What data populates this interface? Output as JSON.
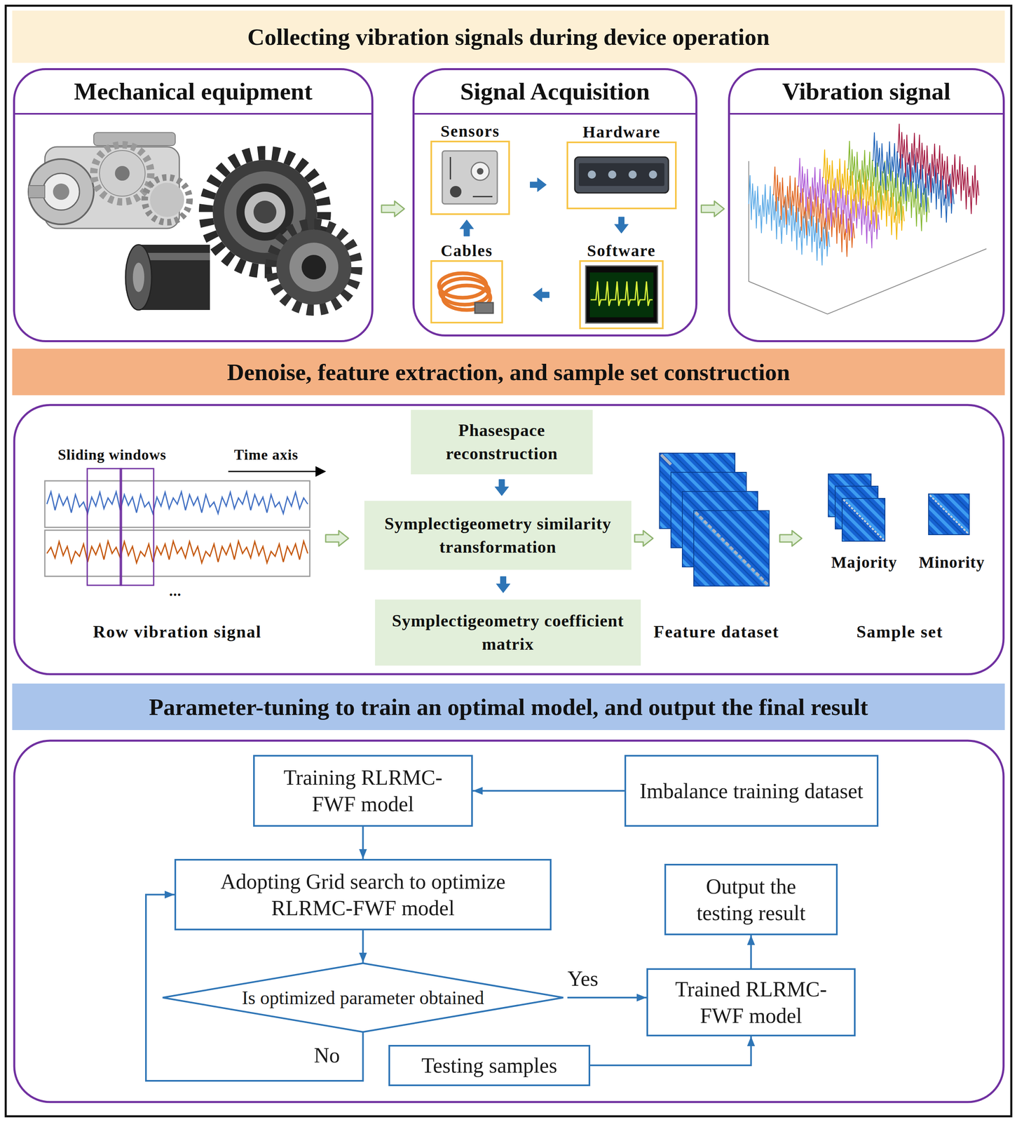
{
  "diagram": {
    "nodes": [
      {
        "text": [
          "Collecting vibration signals during device operation"
        ]
      },
      {
        "text": [
          "Mechanical equipment"
        ]
      },
      {
        "text": [
          "Signal Acquisition"
        ]
      },
      {
        "text": [
          "Sensors"
        ],
        "in": 2
      },
      {
        "text": [
          "Hardware"
        ],
        "in": 2
      },
      {
        "text": [
          "Cables"
        ],
        "in": 2
      },
      {
        "text": [
          "Software"
        ],
        "in": 2
      },
      {
        "text": [
          "Vibration signal"
        ]
      },
      {
        "text": [
          "Denoise, feature extraction, and sample set construction"
        ]
      },
      {
        "text": [
          "Row vibration signal"
        ]
      },
      {
        "text": [
          "Phasespace reconstruction"
        ]
      },
      {
        "text": [
          "Symplectigeometry similarity transformation"
        ]
      },
      {
        "text": [
          "Symplectigeometry coefficient matrix"
        ]
      },
      {
        "text": [
          "Feature dataset"
        ]
      },
      {
        "text": [
          "Sample set"
        ]
      },
      {
        "text": [
          "Parameter-tuning to train an optimal model, and output the final result"
        ]
      },
      {
        "text": [
          "Training RLRMC-FWF model"
        ]
      },
      {
        "text": [
          "Imbalance training dataset"
        ]
      },
      {
        "text": [
          "Adopting Grid search to optimize RLRMC-FWF model"
        ]
      },
      {
        "text": [
          "Is optimized parameter obtained"
        ]
      },
      {
        "text": [
          "Output the testing result"
        ]
      },
      {
        "text": [
          "Trained RLRMC-FWF model"
        ]
      },
      {
        "text": [
          "Testing samples"
        ]
      }
    ],
    "edges": [
      {
        "from": 1,
        "to": 2,
        "arrow": "to"
      },
      {
        "from": 2,
        "to": 7,
        "arrow": "to"
      },
      {
        "from": 3,
        "to": 4,
        "arrow": "to"
      },
      {
        "from": 4,
        "to": 6,
        "arrow": "to"
      },
      {
        "from": 6,
        "to": 5,
        "arrow": "to"
      },
      {
        "from": 5,
        "to": 3,
        "arrow": "to"
      },
      {
        "from": 9,
        "to": 11,
        "arrow": "to"
      },
      {
        "from": 10,
        "to": 11,
        "arrow": "to"
      },
      {
        "from": 11,
        "to": 12,
        "arrow": "to"
      },
      {
        "from": 11,
        "to": 13,
        "arrow": "to"
      },
      {
        "from": 13,
        "to": 14,
        "arrow": "to"
      },
      {
        "from": 17,
        "to": 16,
        "arrow": "to"
      },
      {
        "from": 16,
        "to": 18,
        "arrow": "to"
      },
      {
        "from": 18,
        "to": 19,
        "arrow": "to"
      },
      {
        "from": 19,
        "to": 21,
        "label": "Yes",
        "arrow": "to"
      },
      {
        "from": 19,
        "to": 18,
        "label": "No",
        "arrow": "to"
      },
      {
        "from": 22,
        "to": 21,
        "arrow": "to"
      },
      {
        "from": 21,
        "to": 20,
        "arrow": "to"
      }
    ],
    "labels": [
      "Sliding windows",
      "Time axis",
      "...",
      "Majority",
      "Minority"
    ]
  }
}
